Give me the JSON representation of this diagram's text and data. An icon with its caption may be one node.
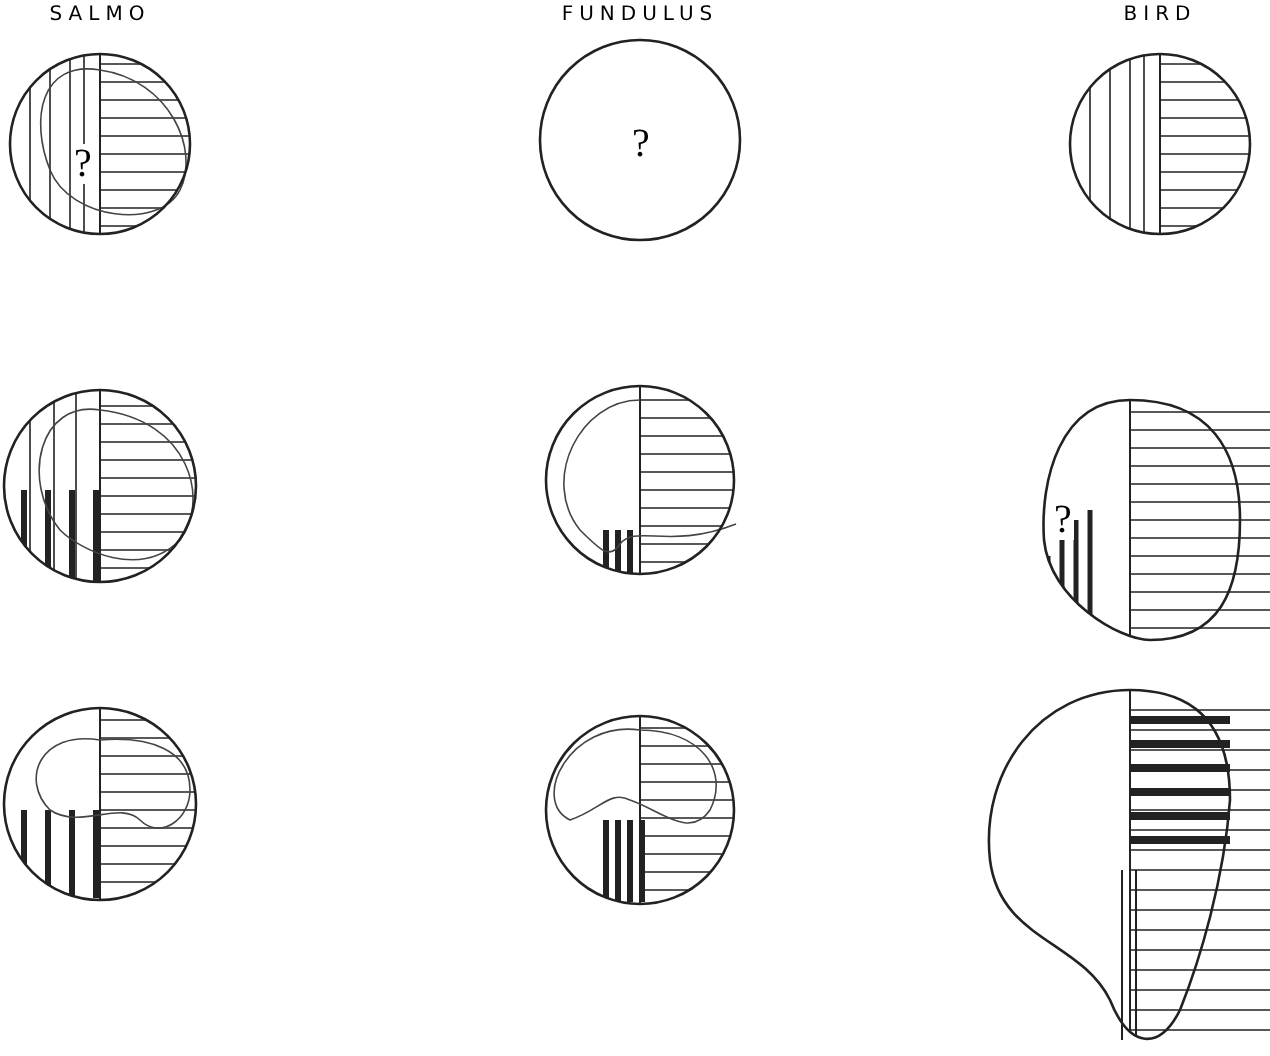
{
  "diagram": {
    "nodes": [
      {
        "text": [
          "?"
        ]
      },
      {
        "text": [
          "?"
        ]
      },
      {
        "text": [],
        "shape": "circle"
      },
      {
        "text": [],
        "shape": "circle"
      },
      {
        "text": [],
        "shape": "circle"
      },
      {
        "text": [
          "?"
        ]
      },
      {
        "text": [],
        "shape": "circle"
      },
      {
        "text": [],
        "shape": "circle"
      },
      {
        "text": [],
        "shape": "oval"
      }
    ],
    "edges": [],
    "labels": [
      "SALMO",
      "FUNDULUS",
      "BIRD"
    ]
  }
}
